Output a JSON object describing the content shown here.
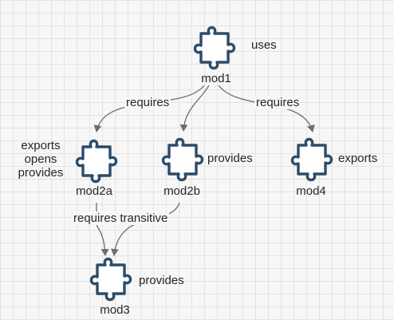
{
  "modules": {
    "mod1": {
      "name": "mod1",
      "annotation": "uses"
    },
    "mod2a": {
      "name": "mod2a",
      "annotation_lines": [
        "exports",
        "opens",
        "provides"
      ]
    },
    "mod2b": {
      "name": "mod2b",
      "annotation": "provides"
    },
    "mod4": {
      "name": "mod4",
      "annotation": "exports"
    },
    "mod3": {
      "name": "mod3",
      "annotation": "provides"
    }
  },
  "edges": [
    {
      "from": "mod1",
      "to": "mod2a",
      "label": "requires"
    },
    {
      "from": "mod1",
      "to": "mod2b",
      "label": ""
    },
    {
      "from": "mod1",
      "to": "mod4",
      "label": "requires"
    },
    {
      "from": "mod2a",
      "to": "mod3",
      "label": "requires transitive"
    },
    {
      "from": "mod2b",
      "to": "mod3",
      "label": ""
    }
  ],
  "colors": {
    "puzzle_stroke": "#2b4d6b",
    "arrow": "#6e6e6e",
    "text": "#262626"
  },
  "icon": "puzzle-piece-icon"
}
